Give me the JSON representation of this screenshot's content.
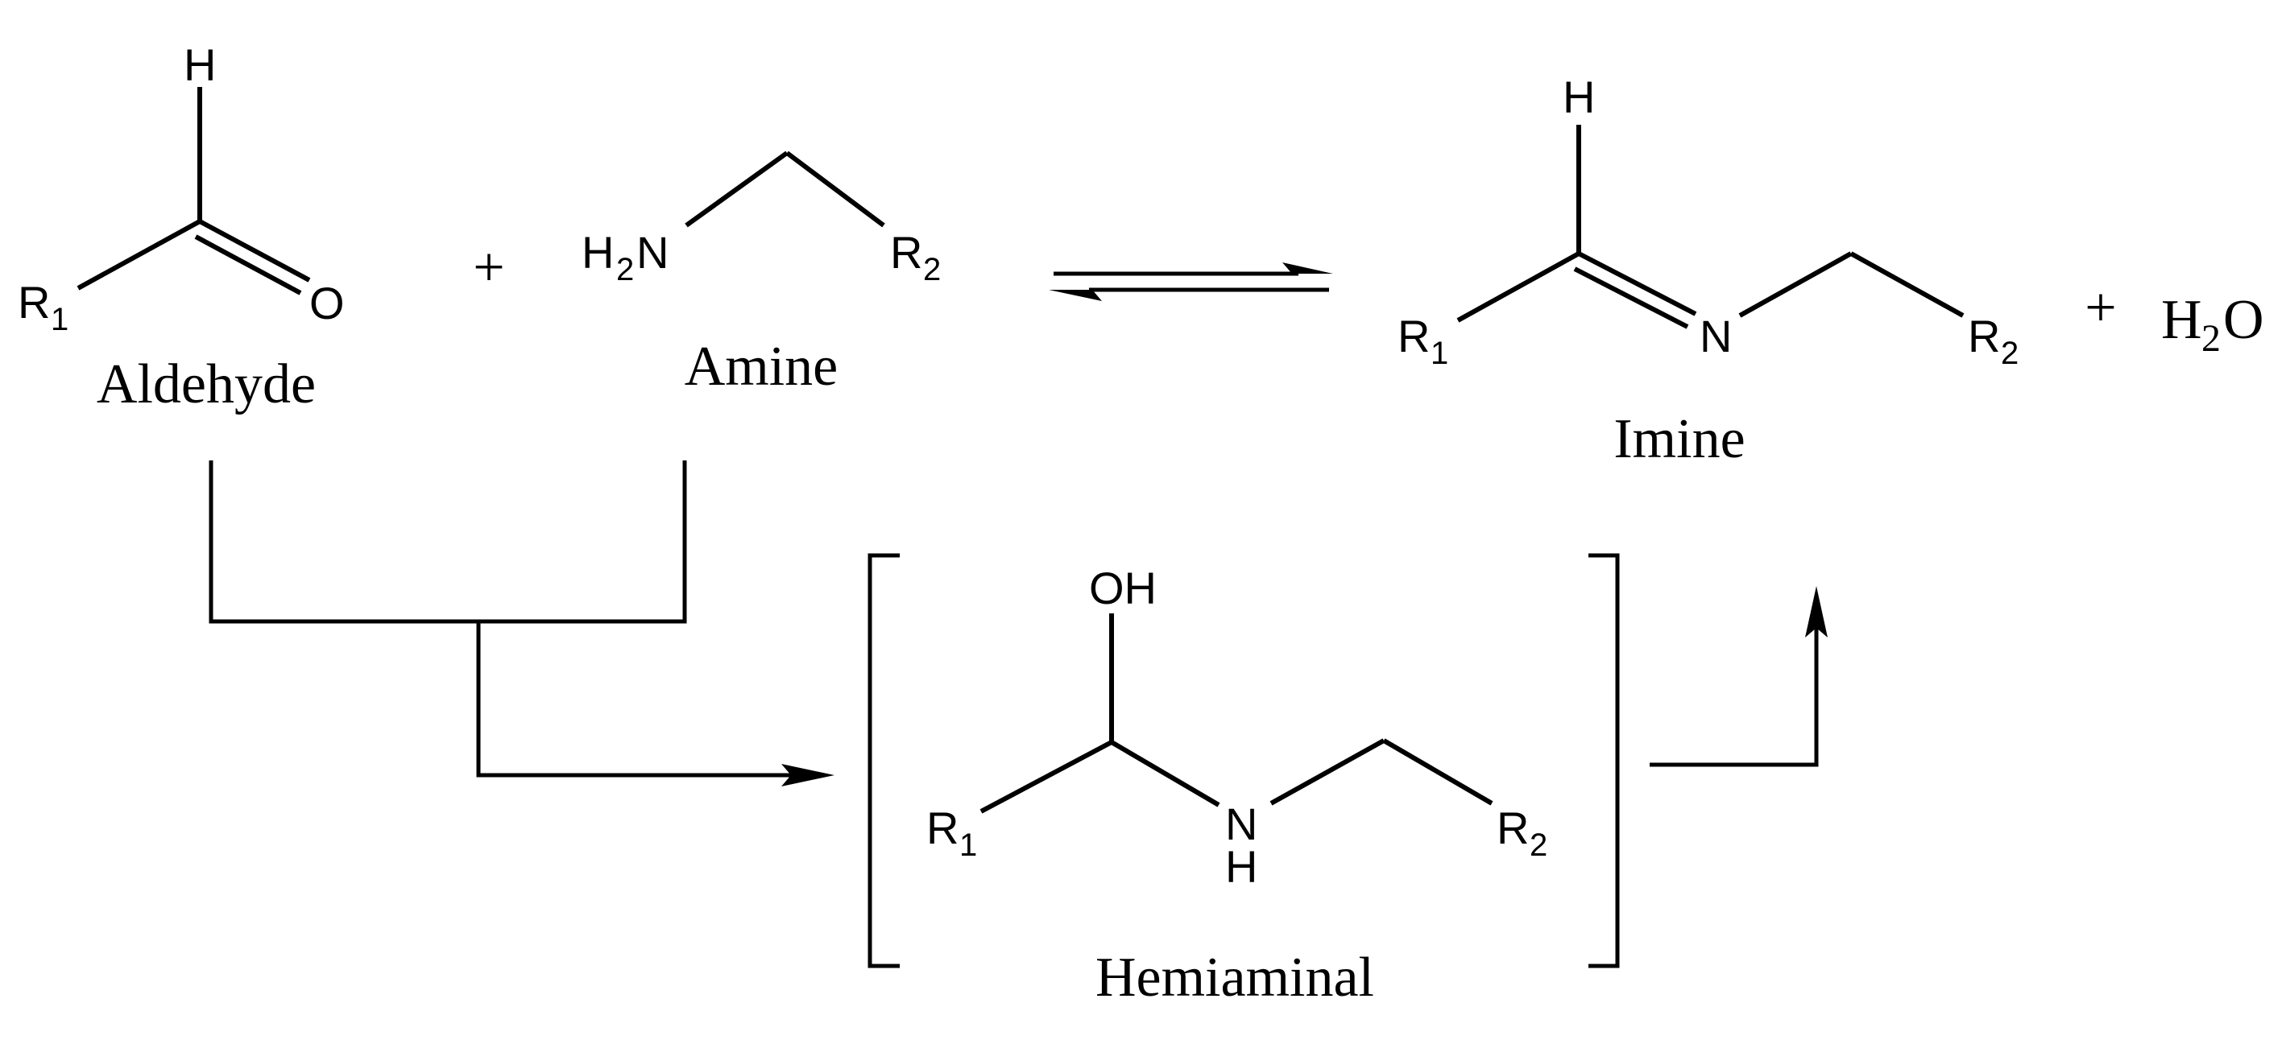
{
  "aldehyde": {
    "name": "Aldehyde",
    "atom_h": "H",
    "atom_o": "O",
    "r_group": "R",
    "r_index": "1"
  },
  "plus_1": "+",
  "amine": {
    "name": "Amine",
    "h2n_h": "H",
    "h2n_index": "2",
    "h2n_n": "N",
    "r_group": "R",
    "r_index": "2"
  },
  "imine": {
    "name": "Imine",
    "atom_h": "H",
    "atom_n": "N",
    "r1_group": "R",
    "r1_index": "1",
    "r2_group": "R",
    "r2_index": "2"
  },
  "plus_2": "+",
  "water": {
    "h": "H",
    "index": "2",
    "o": "O"
  },
  "hemiaminal": {
    "name": "Hemiaminal",
    "atom_oh": "OH",
    "atom_n": "N",
    "atom_nh": "H",
    "r1_group": "R",
    "r1_index": "1",
    "r2_group": "R",
    "r2_index": "2"
  }
}
